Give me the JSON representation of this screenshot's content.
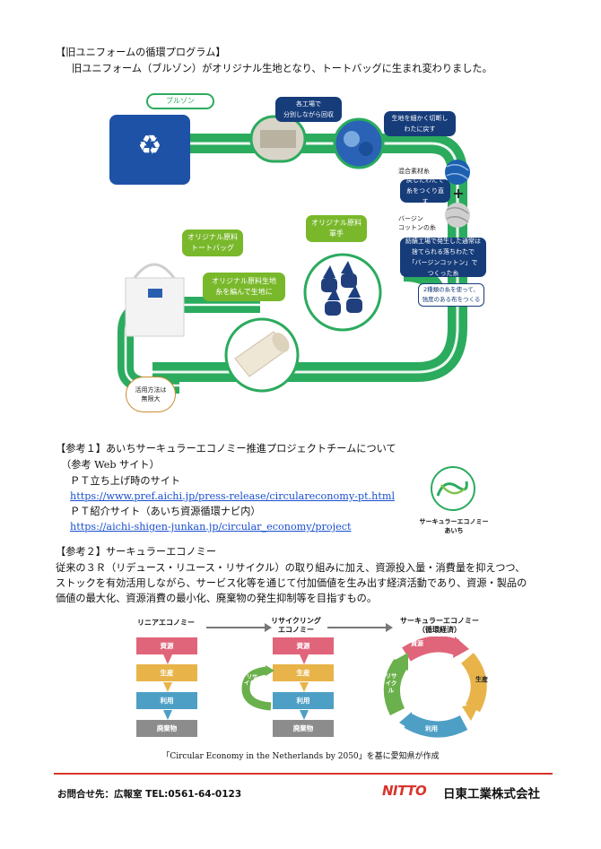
{
  "section1": {
    "title": "【旧ユニフォームの循環プログラム】",
    "description": "旧ユニフォーム（ブルゾン）がオリジナル生地となり、トートバッグに生まれ変わりました。"
  },
  "cycle": {
    "jacket_label": "ブルゾン",
    "step_collect": [
      "各工場で",
      "分別しながら回収"
    ],
    "step_shred": [
      "生地を細かく切断し",
      "わたに戻す"
    ],
    "mixed_yarn_label": "混合素材糸",
    "step_yarn": [
      "戻したわたで",
      "糸をつくり直す"
    ],
    "virgin_cotton_label": [
      "バージン",
      "コットンの糸"
    ],
    "step_virgin": [
      "紡績工場で発生した通常は",
      "捨てられる落ちわたで",
      "「バージンコットン」で",
      "つくった糸"
    ],
    "step_weave": [
      "2種類の糸を使って、",
      "強度のある布をつくる"
    ],
    "orig_gloves": [
      "オリジナル原料",
      "軍手"
    ],
    "orig_fabric": [
      "オリジナル原料生地",
      "糸を編んで生地に"
    ],
    "orig_bag": [
      "オリジナル原料",
      "トートバッグ"
    ],
    "usage": [
      "活用方法は",
      "無限大"
    ]
  },
  "ref1": {
    "title": "【参考１】あいちサーキュラーエコノミー推進プロジェクトチームについて",
    "sub": "（参考 Web サイト）",
    "label1": "ＰＴ立ち上げ時のサイト",
    "link1": "https://www.pref.aichi.jp/press-release/circulareconomy-pt.html",
    "label2": "ＰＴ紹介サイト（あいち資源循環ナビ内）",
    "link2": "https://aichi-shigen-junkan.jp/circular_economy/project",
    "logo_line1": "サーキュラーエコノミー",
    "logo_line2": "あいち"
  },
  "ref2": {
    "title": "【参考２】サーキュラーエコノミー",
    "body": [
      "従来の３Ｒ（リデュース・リユース・リサイクル）の取り組みに加え、資源投入量・消費量を抑えつつ、",
      "ストックを有効活用しながら、サービス化等を通じて付加価値を生み出す経済活動であり、資源・製品の",
      "価値の最大化、資源消費の最小化、廃棄物の発生抑制等を目指すもの。"
    ]
  },
  "economy": {
    "linear_title": "リニアエコノミー",
    "recycling_title": [
      "リサイクリング",
      "エコノミー"
    ],
    "circular_title": [
      "サーキュラーエコノミー",
      "（循環経済）"
    ],
    "steps": [
      "資源",
      "生産",
      "利用",
      "廃棄物"
    ],
    "recycle_label": "リサイクル",
    "circular_resource": "資源",
    "circular_production": "生産",
    "circular_use": "利用",
    "circular_recycle": "リサイクル",
    "caption": "「Circular Economy in the Netherlands by 2050」を基に愛知県が作成",
    "colors": {
      "resource": "#e0657a",
      "production": "#e8b44a",
      "use": "#4e9fc6",
      "waste": "#8c8c8c"
    }
  },
  "footer": {
    "contact": "お問合せ先：広報室  TEL:0561-64-0123",
    "logo_mark": "NITTO",
    "company": "日東工業株式会社"
  }
}
